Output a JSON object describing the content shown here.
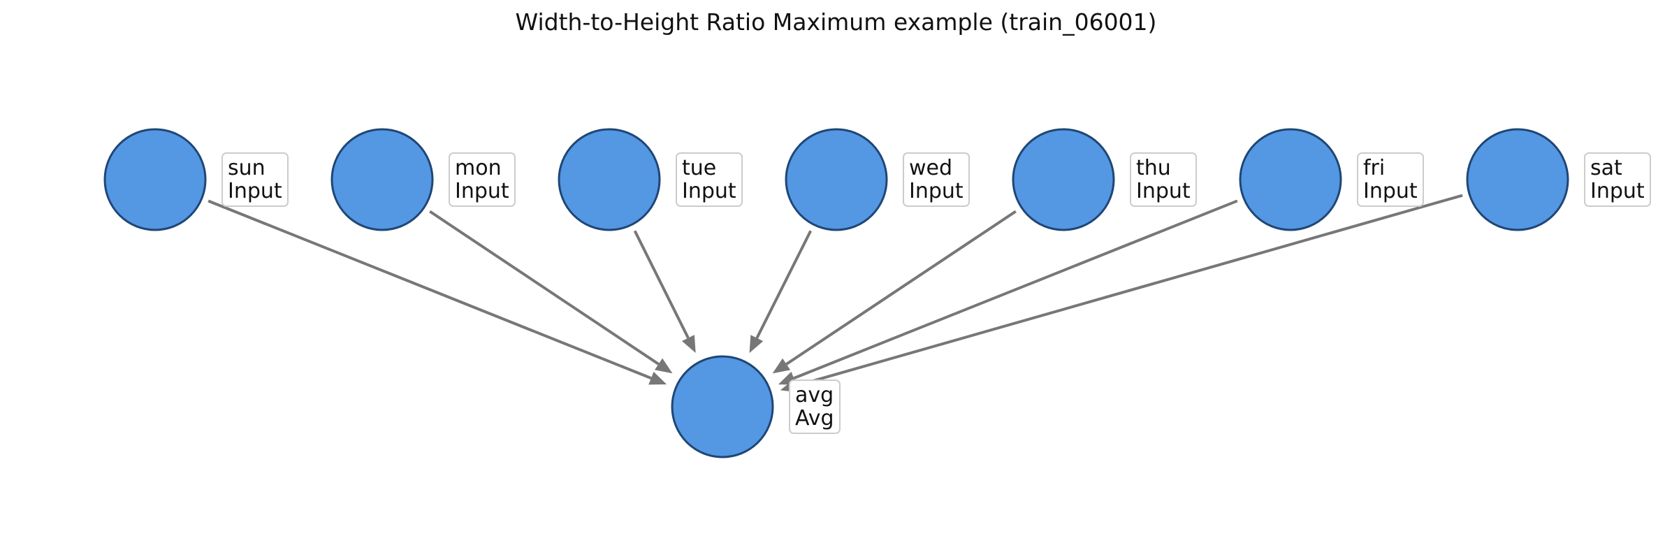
{
  "title": "Width-to-Height Ratio Maximum example (train_06001)",
  "colors": {
    "node_fill": "#5497e3",
    "node_stroke": "#1f4675",
    "edge": "#777777",
    "label_border": "#cccccc"
  },
  "nodes": [
    {
      "id": "sun",
      "name": "sun",
      "type": "Input"
    },
    {
      "id": "mon",
      "name": "mon",
      "type": "Input"
    },
    {
      "id": "tue",
      "name": "tue",
      "type": "Input"
    },
    {
      "id": "wed",
      "name": "wed",
      "type": "Input"
    },
    {
      "id": "thu",
      "name": "thu",
      "type": "Input"
    },
    {
      "id": "fri",
      "name": "fri",
      "type": "Input"
    },
    {
      "id": "sat",
      "name": "sat",
      "type": "Input"
    },
    {
      "id": "avg",
      "name": "avg",
      "type": "Avg"
    }
  ],
  "edges": [
    {
      "from": "sun",
      "to": "avg"
    },
    {
      "from": "mon",
      "to": "avg"
    },
    {
      "from": "tue",
      "to": "avg"
    },
    {
      "from": "wed",
      "to": "avg"
    },
    {
      "from": "thu",
      "to": "avg"
    },
    {
      "from": "fri",
      "to": "avg"
    },
    {
      "from": "sat",
      "to": "avg"
    }
  ]
}
